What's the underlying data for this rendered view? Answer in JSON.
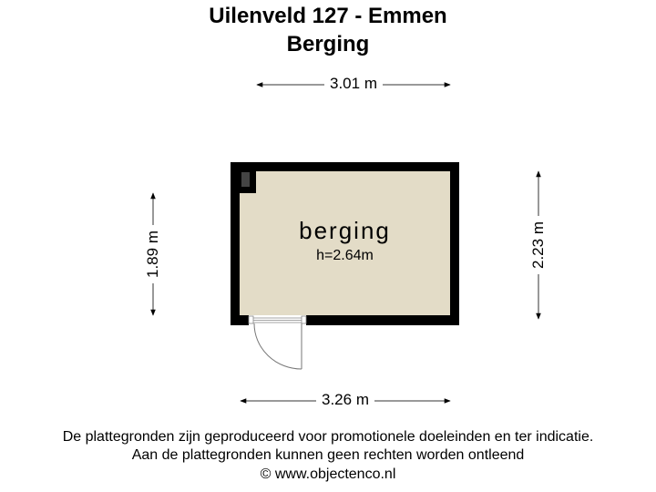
{
  "header": {
    "address": "Uilenveld 127 - Emmen",
    "floor": "Berging"
  },
  "dimensions": {
    "top": "3.01 m",
    "bottom": "3.26 m",
    "left": "1.89 m",
    "right": "2.23 m"
  },
  "room": {
    "name": "berging",
    "height": "h=2.64m",
    "floor_color": "#e3dcc7",
    "wall_color": "#000000",
    "chimney_color": "#444444"
  },
  "footer": {
    "disclaimer_1": "De plattegronden zijn geproduceerd voor promotionele doeleinden en ter indicatie.",
    "disclaimer_2": "Aan de plattegronden kunnen geen rechten worden ontleend",
    "copyright": "© www.objectenco.nl"
  }
}
